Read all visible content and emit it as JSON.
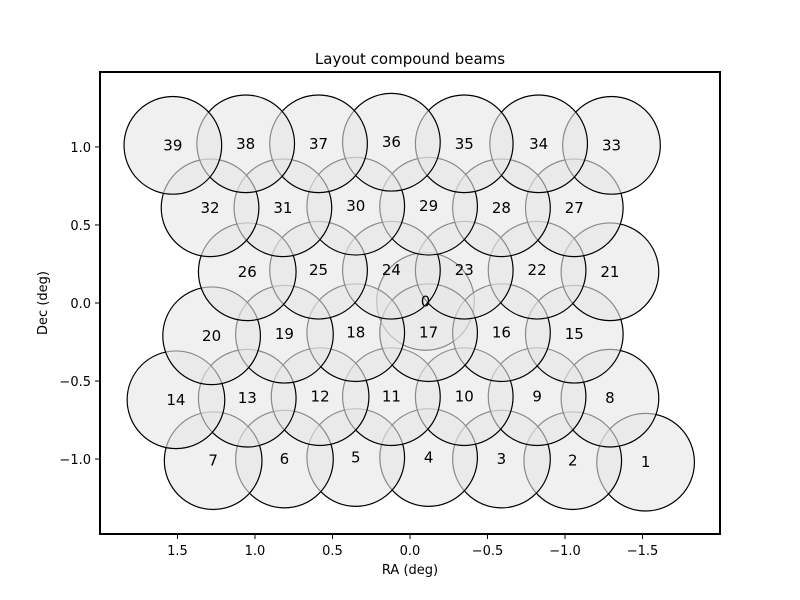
{
  "chart_data": {
    "type": "scatter",
    "title": "Layout compound beams",
    "xlabel": "RA (deg)",
    "ylabel": "Dec (deg)",
    "xlim": [
      2.0,
      -2.0
    ],
    "ylim": [
      -1.48,
      1.48
    ],
    "x_ticks": [
      1.5,
      1.0,
      0.5,
      0.0,
      -0.5,
      -1.0,
      -1.5
    ],
    "x_tick_labels": [
      "1.5",
      "1.0",
      "0.5",
      "0.0",
      "−0.5",
      "−1.0",
      "−1.5"
    ],
    "y_ticks": [
      1.0,
      0.5,
      0.0,
      -0.5,
      -1.0
    ],
    "y_tick_labels": [
      "1.0",
      "0.5",
      "0.0",
      "−0.5",
      "−1.0"
    ],
    "grid": false,
    "beam_radius": 0.315,
    "beam_fill": "#e6e6e6",
    "beam_stroke": "#000000",
    "beams": [
      {
        "id": "0",
        "ra": -0.1,
        "dec": 0.01
      },
      {
        "id": "1",
        "ra": -1.52,
        "dec": -1.02
      },
      {
        "id": "2",
        "ra": -1.05,
        "dec": -1.01
      },
      {
        "id": "3",
        "ra": -0.59,
        "dec": -1.0
      },
      {
        "id": "4",
        "ra": -0.12,
        "dec": -0.99
      },
      {
        "id": "5",
        "ra": 0.35,
        "dec": -0.99
      },
      {
        "id": "6",
        "ra": 0.81,
        "dec": -1.0
      },
      {
        "id": "7",
        "ra": 1.27,
        "dec": -1.01
      },
      {
        "id": "8",
        "ra": -1.29,
        "dec": -0.61
      },
      {
        "id": "9",
        "ra": -0.82,
        "dec": -0.6
      },
      {
        "id": "10",
        "ra": -0.35,
        "dec": -0.6
      },
      {
        "id": "11",
        "ra": 0.12,
        "dec": -0.6
      },
      {
        "id": "12",
        "ra": 0.58,
        "dec": -0.6
      },
      {
        "id": "13",
        "ra": 1.05,
        "dec": -0.61
      },
      {
        "id": "14",
        "ra": 1.51,
        "dec": -0.62
      },
      {
        "id": "15",
        "ra": -1.06,
        "dec": -0.2
      },
      {
        "id": "16",
        "ra": -0.59,
        "dec": -0.19
      },
      {
        "id": "17",
        "ra": -0.12,
        "dec": -0.19
      },
      {
        "id": "18",
        "ra": 0.35,
        "dec": -0.19
      },
      {
        "id": "19",
        "ra": 0.81,
        "dec": -0.2
      },
      {
        "id": "20",
        "ra": 1.28,
        "dec": -0.21
      },
      {
        "id": "21",
        "ra": -1.29,
        "dec": 0.2
      },
      {
        "id": "22",
        "ra": -0.82,
        "dec": 0.21
      },
      {
        "id": "23",
        "ra": -0.35,
        "dec": 0.21
      },
      {
        "id": "24",
        "ra": 0.12,
        "dec": 0.21
      },
      {
        "id": "25",
        "ra": 0.59,
        "dec": 0.21
      },
      {
        "id": "26",
        "ra": 1.05,
        "dec": 0.2
      },
      {
        "id": "27",
        "ra": -1.06,
        "dec": 0.61
      },
      {
        "id": "28",
        "ra": -0.59,
        "dec": 0.61
      },
      {
        "id": "29",
        "ra": -0.12,
        "dec": 0.62
      },
      {
        "id": "30",
        "ra": 0.35,
        "dec": 0.62
      },
      {
        "id": "31",
        "ra": 0.82,
        "dec": 0.61
      },
      {
        "id": "32",
        "ra": 1.29,
        "dec": 0.61
      },
      {
        "id": "33",
        "ra": -1.3,
        "dec": 1.01
      },
      {
        "id": "34",
        "ra": -0.83,
        "dec": 1.02
      },
      {
        "id": "35",
        "ra": -0.35,
        "dec": 1.02
      },
      {
        "id": "36",
        "ra": 0.12,
        "dec": 1.03
      },
      {
        "id": "37",
        "ra": 0.59,
        "dec": 1.02
      },
      {
        "id": "38",
        "ra": 1.06,
        "dec": 1.02
      },
      {
        "id": "39",
        "ra": 1.53,
        "dec": 1.01
      }
    ]
  }
}
